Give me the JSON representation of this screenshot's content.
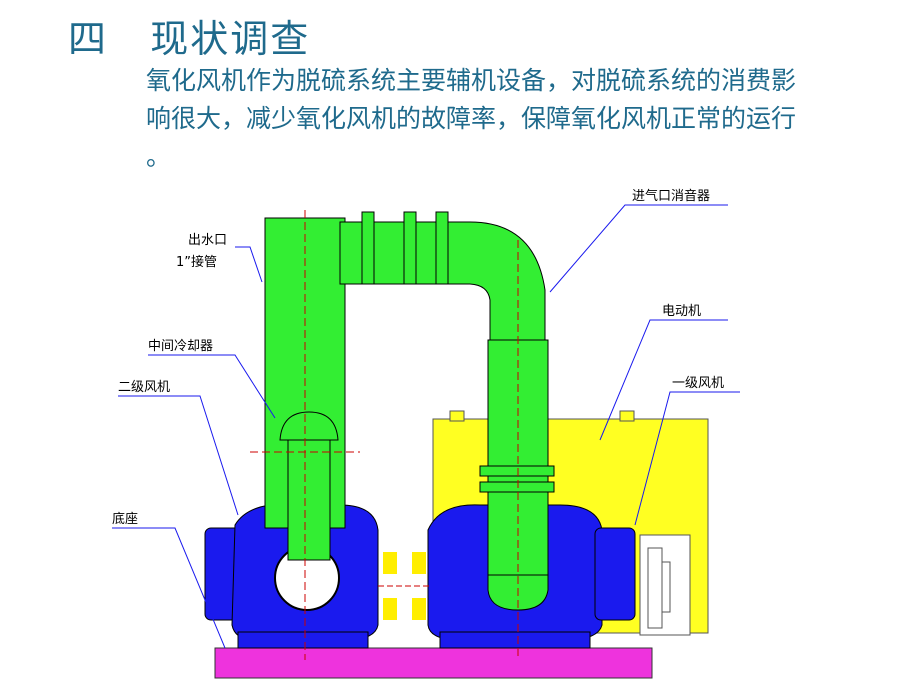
{
  "slide": {
    "title": "四   现状调查",
    "paragraph": [
      "氧化风机作为脱硫系统主要辅机设备，对脱硫系统的消费影",
      "响很大，减少氧化风机的故障率，保障氧化风机正常的运行",
      "。"
    ]
  },
  "diagram": {
    "labels": {
      "outlet_line1": "出水口",
      "outlet_line2": "1”接管",
      "intercooler": "中间冷却器",
      "second_fan": "二级风机",
      "base": "底座",
      "inlet_silencer": "进气口消音器",
      "motor": "电动机",
      "first_fan": "一级风机"
    },
    "colors": {
      "pipe": "#33ee33",
      "fan_body": "#1a1aee",
      "motor": "#ffff22",
      "base": "#ee33dd",
      "coupling": "#ffee00",
      "title_text": "#1f6a8c"
    }
  }
}
